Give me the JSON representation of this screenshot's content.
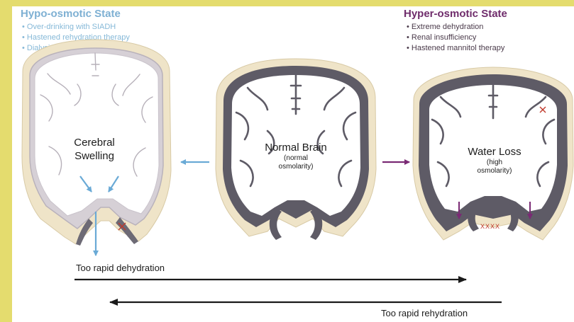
{
  "hypo": {
    "title": "Hypo-osmotic State",
    "items": [
      {
        "label": "Over-drinking with SIADH"
      },
      {
        "label": "Hastened rehydration therapy"
      },
      {
        "label": "Dialysis disequilibrium syndrome"
      }
    ]
  },
  "hyper": {
    "title": "Hyper-osmotic State",
    "items": [
      {
        "label": "Extreme dehydration"
      },
      {
        "label": "Renal insufficiency"
      },
      {
        "label": "Hastened mannitol therapy"
      }
    ]
  },
  "brains": {
    "swollen": {
      "line1": "Cerebral",
      "line2": "Swelling"
    },
    "normal": {
      "line1": "Normal Brain",
      "sub1": "(normal",
      "sub2": "osmolarity)"
    },
    "shrunken": {
      "line1": "Water Loss",
      "sub1": "(high",
      "sub2": "osmolarity)"
    }
  },
  "marks": {
    "tear": "XXXX"
  },
  "arrows": {
    "dehydration": "Too rapid dehydration",
    "rehydration": "Too rapid rehydration"
  },
  "colors": {
    "hypo": "#7eb0d3",
    "hyper": "#6f2c6b",
    "cortex": "#5e5b66",
    "skull": "#efe4c8",
    "tissue": "#ffffff"
  }
}
